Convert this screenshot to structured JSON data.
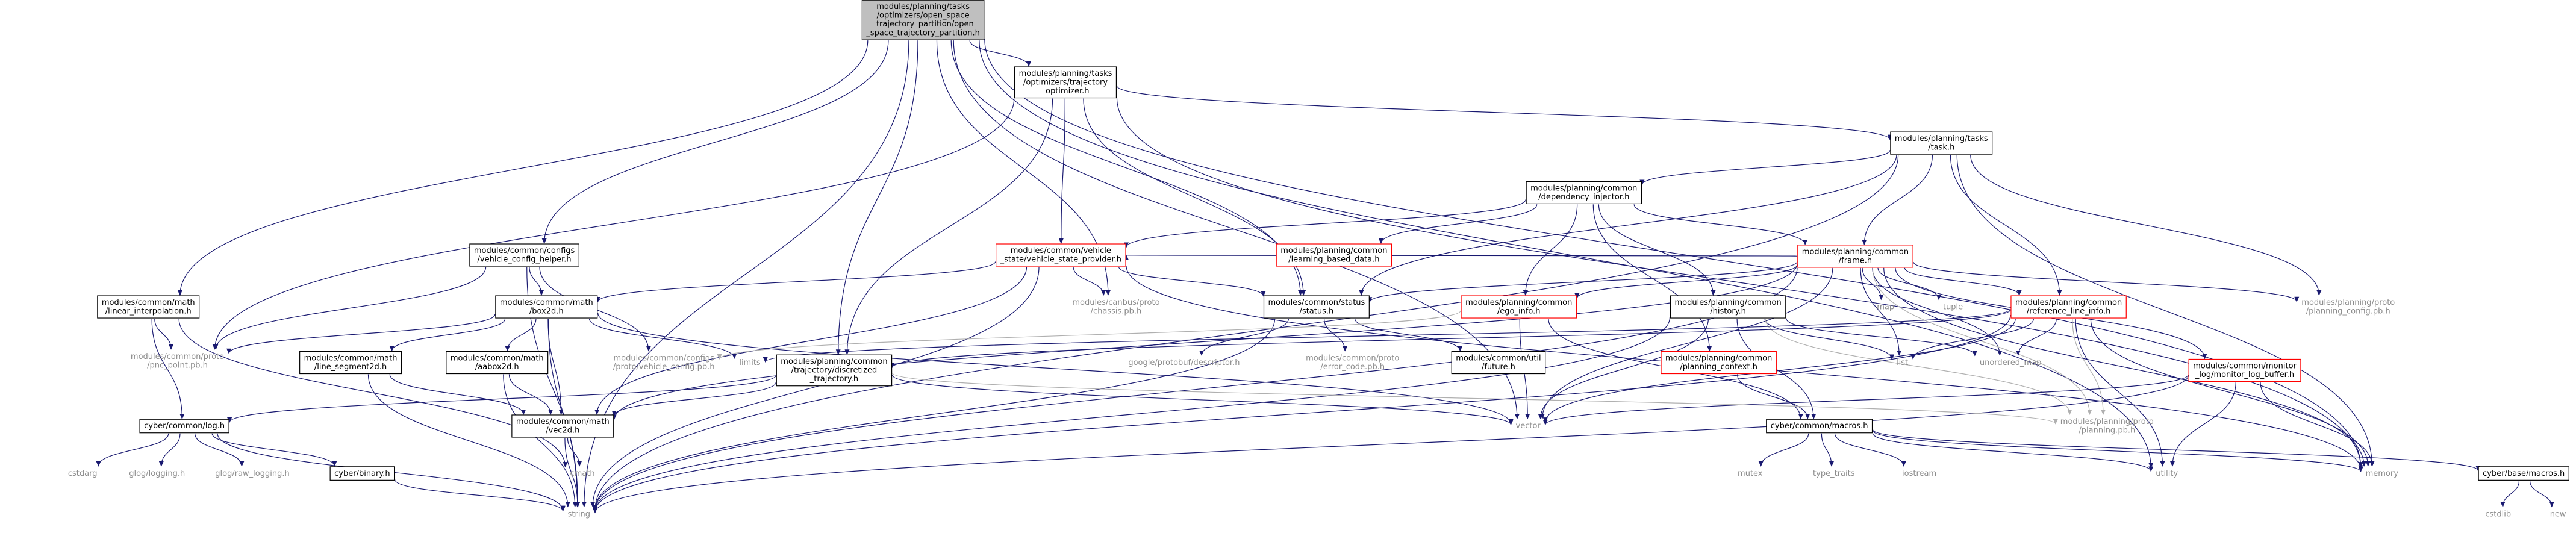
{
  "colors": {
    "edge": "#191970",
    "edge_light": "#b0b0b0",
    "focus_fill": "#bfbfbf",
    "normal_fill": "#ffffff",
    "normal_stroke": "#000000",
    "incomplete_stroke": "#ff0000",
    "system_text": "#8c8c8c",
    "text": "#000000"
  },
  "nodes": [
    {
      "id": "root",
      "kind": "focus",
      "lines": [
        "modules/planning/tasks",
        "/optimizers/open_space",
        "_trajectory_partition/open",
        "_space_trajectory_partition.h"
      ]
    },
    {
      "id": "trajopt",
      "kind": "normal",
      "lines": [
        "modules/planning/tasks",
        "/optimizers/trajectory",
        "_optimizer.h"
      ]
    },
    {
      "id": "task",
      "kind": "normal",
      "lines": [
        "modules/planning/tasks",
        "/task.h"
      ]
    },
    {
      "id": "depinj",
      "kind": "normal",
      "lines": [
        "modules/planning/common",
        "/dependency_injector.h"
      ]
    },
    {
      "id": "frame",
      "kind": "incomplete",
      "lines": [
        "modules/planning/common",
        "/frame.h"
      ]
    },
    {
      "id": "vsp",
      "kind": "incomplete",
      "lines": [
        "modules/common/vehicle",
        "_state/vehicle_state_provider.h"
      ]
    },
    {
      "id": "lbd",
      "kind": "incomplete",
      "lines": [
        "modules/planning/common",
        "/learning_based_data.h"
      ]
    },
    {
      "id": "vch",
      "kind": "normal",
      "lines": [
        "modules/common/configs",
        "/vehicle_config_helper.h"
      ]
    },
    {
      "id": "lininterp",
      "kind": "normal",
      "lines": [
        "modules/common/math",
        "/linear_interpolation.h"
      ]
    },
    {
      "id": "box2d",
      "kind": "normal",
      "lines": [
        "modules/common/math",
        "/box2d.h"
      ]
    },
    {
      "id": "status",
      "kind": "normal",
      "lines": [
        "modules/common/status",
        "/status.h"
      ]
    },
    {
      "id": "chassis",
      "kind": "system",
      "lines": [
        "modules/canbus/proto",
        "/chassis.pb.h"
      ]
    },
    {
      "id": "egoinfo",
      "kind": "incomplete",
      "lines": [
        "modules/planning/common",
        "/ego_info.h"
      ]
    },
    {
      "id": "history",
      "kind": "normal",
      "lines": [
        "modules/planning/common",
        "/history.h"
      ]
    },
    {
      "id": "map",
      "kind": "system",
      "lines": [
        "map"
      ]
    },
    {
      "id": "tuple",
      "kind": "system",
      "lines": [
        "tuple"
      ]
    },
    {
      "id": "refline",
      "kind": "incomplete",
      "lines": [
        "modules/planning/common",
        "/reference_line_info.h"
      ]
    },
    {
      "id": "plancfg",
      "kind": "system",
      "lines": [
        "modules/planning/proto",
        "/planning_config.pb.h"
      ]
    },
    {
      "id": "pncpoint",
      "kind": "system",
      "lines": [
        "modules/common/proto",
        "/pnc_point.pb.h"
      ]
    },
    {
      "id": "linseg",
      "kind": "normal",
      "lines": [
        "modules/common/math",
        "/line_segment2d.h"
      ]
    },
    {
      "id": "aabox",
      "kind": "normal",
      "lines": [
        "modules/common/math",
        "/aabox2d.h"
      ]
    },
    {
      "id": "limits",
      "kind": "system",
      "lines": [
        "limits"
      ]
    },
    {
      "id": "vehcfg",
      "kind": "system",
      "lines": [
        "modules/common/configs",
        "/proto/vehicle_config.pb.h"
      ]
    },
    {
      "id": "disctraj",
      "kind": "normal",
      "lines": [
        "modules/planning/common",
        "/trajectory/discretized",
        "_trajectory.h"
      ]
    },
    {
      "id": "descriptor",
      "kind": "system",
      "lines": [
        "google/protobuf/descriptor.h"
      ]
    },
    {
      "id": "errorcode",
      "kind": "system",
      "lines": [
        "modules/common/proto",
        "/error_code.pb.h"
      ]
    },
    {
      "id": "future",
      "kind": "normal",
      "lines": [
        "modules/common/util",
        "/future.h"
      ]
    },
    {
      "id": "plancontext",
      "kind": "incomplete",
      "lines": [
        "modules/planning/common",
        "/planning_context.h"
      ]
    },
    {
      "id": "list",
      "kind": "system",
      "lines": [
        "list"
      ]
    },
    {
      "id": "umap",
      "kind": "system",
      "lines": [
        "unordered_map"
      ]
    },
    {
      "id": "monitor",
      "kind": "incomplete",
      "lines": [
        "modules/common/monitor",
        "_log/monitor_log_buffer.h"
      ]
    },
    {
      "id": "log",
      "kind": "normal",
      "lines": [
        "cyber/common/log.h"
      ]
    },
    {
      "id": "vec2d",
      "kind": "normal",
      "lines": [
        "modules/common/math",
        "/vec2d.h"
      ]
    },
    {
      "id": "vector",
      "kind": "system",
      "lines": [
        "vector"
      ]
    },
    {
      "id": "macros",
      "kind": "normal",
      "lines": [
        "cyber/common/macros.h"
      ]
    },
    {
      "id": "planpb",
      "kind": "system",
      "lines": [
        "modules/planning/proto",
        "/planning.pb.h"
      ]
    },
    {
      "id": "cstdarg",
      "kind": "system",
      "lines": [
        "cstdarg"
      ]
    },
    {
      "id": "glog",
      "kind": "system",
      "lines": [
        "glog/logging.h"
      ]
    },
    {
      "id": "rawlog",
      "kind": "system",
      "lines": [
        "glog/raw_logging.h"
      ]
    },
    {
      "id": "binary",
      "kind": "normal",
      "lines": [
        "cyber/binary.h"
      ]
    },
    {
      "id": "cmath",
      "kind": "system",
      "lines": [
        "cmath"
      ]
    },
    {
      "id": "mutex",
      "kind": "system",
      "lines": [
        "mutex"
      ]
    },
    {
      "id": "typetraits",
      "kind": "system",
      "lines": [
        "type_traits"
      ]
    },
    {
      "id": "iostream",
      "kind": "system",
      "lines": [
        "iostream"
      ]
    },
    {
      "id": "utility",
      "kind": "system",
      "lines": [
        "utility"
      ]
    },
    {
      "id": "memory",
      "kind": "system",
      "lines": [
        "memory"
      ]
    },
    {
      "id": "basemacros",
      "kind": "normal",
      "lines": [
        "cyber/base/macros.h"
      ]
    },
    {
      "id": "string",
      "kind": "system",
      "lines": [
        "string"
      ]
    },
    {
      "id": "cstdlib",
      "kind": "system",
      "lines": [
        "cstdlib"
      ]
    },
    {
      "id": "new",
      "kind": "system",
      "lines": [
        "new"
      ]
    }
  ],
  "edges": [
    [
      "root",
      "trajopt"
    ],
    [
      "root",
      "vch"
    ],
    [
      "root",
      "lininterp"
    ],
    [
      "root",
      "status"
    ],
    [
      "root",
      "chassis"
    ],
    [
      "root",
      "disctraj"
    ],
    [
      "root",
      "vector"
    ],
    [
      "root",
      "string"
    ],
    [
      "root",
      "utility"
    ],
    [
      "root",
      "memory"
    ],
    [
      "trajopt",
      "task"
    ],
    [
      "trajopt",
      "vsp"
    ],
    [
      "trajopt",
      "status"
    ],
    [
      "trajopt",
      "disctraj"
    ],
    [
      "trajopt",
      "pncpoint"
    ],
    [
      "trajopt",
      "memory"
    ],
    [
      "task",
      "depinj"
    ],
    [
      "task",
      "frame"
    ],
    [
      "task",
      "refline"
    ],
    [
      "task",
      "plancfg"
    ],
    [
      "task",
      "status"
    ],
    [
      "task",
      "memory"
    ],
    [
      "task",
      "string"
    ],
    [
      "depinj",
      "lbd"
    ],
    [
      "depinj",
      "vsp"
    ],
    [
      "depinj",
      "frame"
    ],
    [
      "depinj",
      "egoinfo"
    ],
    [
      "depinj",
      "history"
    ],
    [
      "depinj",
      "plancontext"
    ],
    [
      "frame",
      "vsp"
    ],
    [
      "frame",
      "egoinfo"
    ],
    [
      "frame",
      "refline"
    ],
    [
      "frame",
      "status"
    ],
    [
      "frame",
      "monitor"
    ],
    [
      "frame",
      "plancfg"
    ],
    [
      "frame",
      "map"
    ],
    [
      "frame",
      "tuple"
    ],
    [
      "frame",
      "list"
    ],
    [
      "frame",
      "umap"
    ],
    [
      "frame",
      "vector"
    ],
    [
      "frame",
      "string"
    ],
    [
      "frame",
      "memory"
    ],
    [
      "frame",
      "planpb"
    ],
    [
      "frame",
      "vec2d"
    ],
    [
      "vsp",
      "box2d"
    ],
    [
      "vsp",
      "status"
    ],
    [
      "vsp",
      "chassis"
    ],
    [
      "vsp",
      "vec2d"
    ],
    [
      "vsp",
      "string"
    ],
    [
      "vsp",
      "memory"
    ],
    [
      "vch",
      "box2d"
    ],
    [
      "vch",
      "pncpoint"
    ],
    [
      "vch",
      "vehcfg"
    ],
    [
      "vch",
      "string"
    ],
    [
      "lininterp",
      "pncpoint"
    ],
    [
      "lininterp",
      "log"
    ],
    [
      "lininterp",
      "cmath"
    ],
    [
      "box2d",
      "linseg"
    ],
    [
      "box2d",
      "aabox"
    ],
    [
      "box2d",
      "vec2d"
    ],
    [
      "box2d",
      "limits"
    ],
    [
      "box2d",
      "vector"
    ],
    [
      "box2d",
      "string"
    ],
    [
      "box2d",
      "pncpoint"
    ],
    [
      "status",
      "descriptor"
    ],
    [
      "status",
      "errorcode"
    ],
    [
      "status",
      "future"
    ],
    [
      "status",
      "string"
    ],
    [
      "egoinfo",
      "vector"
    ],
    [
      "egoinfo",
      "macros"
    ],
    [
      "egoinfo",
      "vehcfg"
    ],
    [
      "history",
      "list"
    ],
    [
      "history",
      "umap"
    ],
    [
      "history",
      "vector"
    ],
    [
      "history",
      "string"
    ],
    [
      "history",
      "macros"
    ],
    [
      "history",
      "planpb"
    ],
    [
      "refline",
      "list"
    ],
    [
      "refline",
      "limits"
    ],
    [
      "refline",
      "umap"
    ],
    [
      "refline",
      "vector"
    ],
    [
      "refline",
      "string"
    ],
    [
      "refline",
      "memory"
    ],
    [
      "refline",
      "utility"
    ],
    [
      "refline",
      "planpb"
    ],
    [
      "refline",
      "disctraj"
    ],
    [
      "plancontext",
      "macros"
    ],
    [
      "monitor",
      "vector"
    ],
    [
      "monitor",
      "string"
    ],
    [
      "monitor",
      "utility"
    ],
    [
      "monitor",
      "memory"
    ],
    [
      "disctraj",
      "vec2d"
    ],
    [
      "disctraj",
      "log"
    ],
    [
      "disctraj",
      "vector"
    ],
    [
      "disctraj",
      "planpb"
    ],
    [
      "linseg",
      "vec2d"
    ],
    [
      "linseg",
      "string"
    ],
    [
      "aabox",
      "vec2d"
    ],
    [
      "aabox",
      "string"
    ],
    [
      "log",
      "cstdarg"
    ],
    [
      "log",
      "glog"
    ],
    [
      "log",
      "rawlog"
    ],
    [
      "log",
      "binary"
    ],
    [
      "log",
      "string"
    ],
    [
      "binary",
      "string"
    ],
    [
      "vec2d",
      "cmath"
    ],
    [
      "vec2d",
      "string"
    ],
    [
      "macros",
      "mutex"
    ],
    [
      "macros",
      "typetraits"
    ],
    [
      "macros",
      "iostream"
    ],
    [
      "macros",
      "utility"
    ],
    [
      "macros",
      "memory"
    ],
    [
      "macros",
      "basemacros"
    ],
    [
      "basemacros",
      "cstdlib"
    ],
    [
      "basemacros",
      "new"
    ]
  ]
}
